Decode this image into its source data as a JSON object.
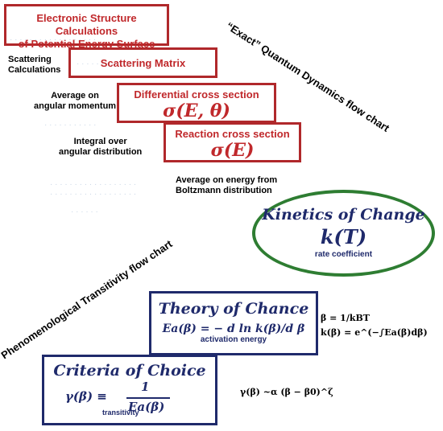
{
  "flow_exact": {
    "title": "“Exact” Quantum Dynamics flow chart",
    "boxes": [
      {
        "line1": "Electronic Structure Calculations",
        "line2": "of Potential Energy Surface"
      },
      {
        "label": "Scattering Matrix"
      },
      {
        "label": "Differential cross section",
        "math": "σ(E, θ)"
      },
      {
        "label": "Reaction cross section",
        "math": "σ(E)"
      }
    ],
    "side_labels": {
      "scattering_calc": "Scattering\nCalculations",
      "avg_angular": "Average on\nangular momentum",
      "integral": "Integral over\nangular distribution",
      "avg_energy": "Average on energy from\nBoltzmann distribution"
    }
  },
  "kinetics": {
    "title": "Kinetics of Change",
    "math": "k(T)",
    "caption": "rate coefficient",
    "border_color": "#2e7d32"
  },
  "flow_pheno": {
    "title": "Phenomenological Transitivity flow chart",
    "theory": {
      "title": "Theory of Chance",
      "formula": "Ea(β) = − d ln k(β)/d β",
      "caption": "activation energy"
    },
    "criteria": {
      "title": "Criteria of Choice",
      "lhs": "γ(β) ≡",
      "num": "1",
      "den": "Ea(β)",
      "caption": "transitivity"
    },
    "side_eqs": {
      "beta": "β = 1/kBT",
      "k_beta": "k(β) = e^(−∫Ea(β)dβ)",
      "gamma": "γ(β) ~α (β − β0)^ζ"
    }
  },
  "colors": {
    "red": "#b0282b",
    "navy": "#1f2a6b",
    "green": "#2e7d32"
  }
}
